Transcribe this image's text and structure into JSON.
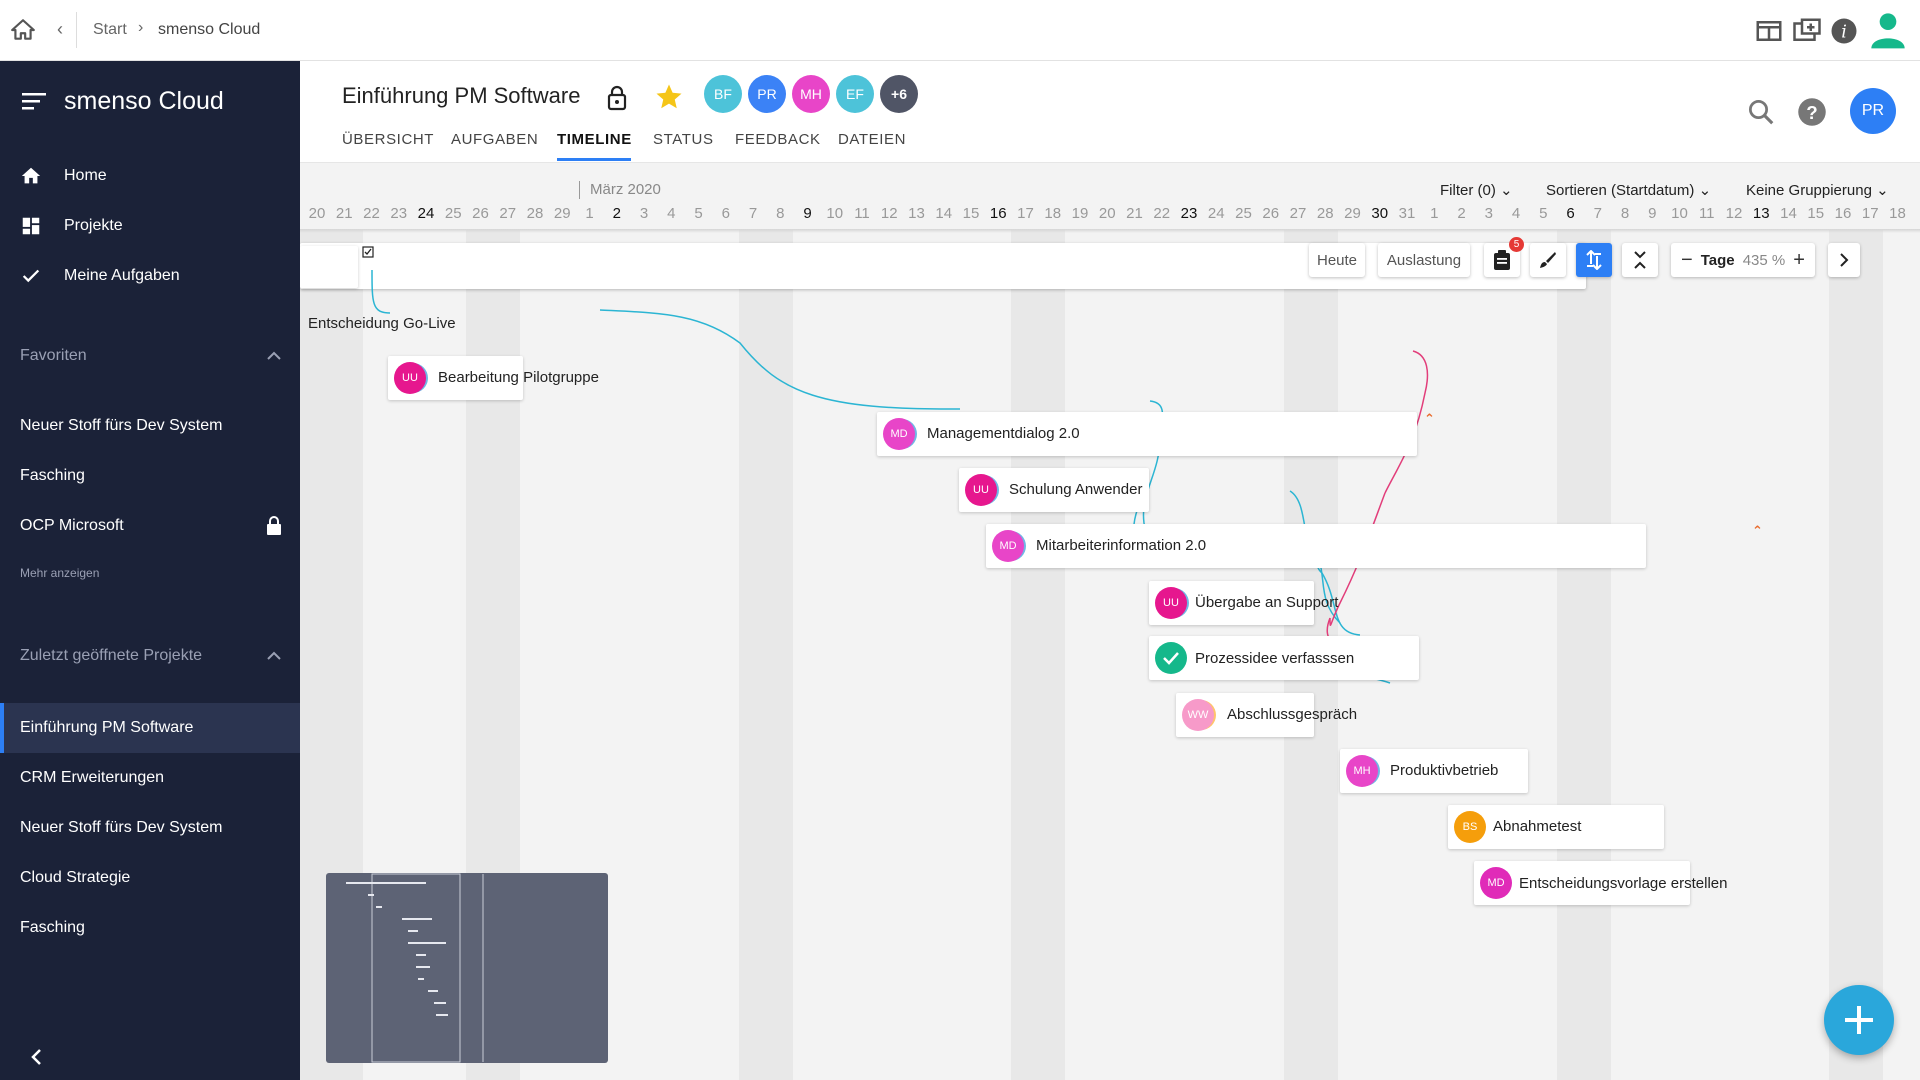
{
  "topbar": {
    "breadcrumbs": [
      "Start",
      "smenso Cloud"
    ],
    "icons": [
      "home-icon",
      "back-icon",
      "layout-icon",
      "add-window-icon",
      "info-icon",
      "user-icon"
    ]
  },
  "sidebar": {
    "title": "smenso Cloud",
    "nav": [
      {
        "label": "Home",
        "icon": "home-icon"
      },
      {
        "label": "Projekte",
        "icon": "dashboard-icon"
      },
      {
        "label": "Meine Aufgaben",
        "icon": "check-icon"
      }
    ],
    "favorites_title": "Favoriten",
    "favorites": [
      "Neuer Stoff fürs Dev System",
      "Fasching",
      "OCP Microsoft"
    ],
    "more_label": "Mehr anzeigen",
    "recent_title": "Zuletzt geöffnete Projekte",
    "recent": [
      "Einführung PM Software",
      "CRM Erweiterungen",
      "Neuer Stoff fürs Dev System",
      "Cloud Strategie",
      "Fasching"
    ]
  },
  "project": {
    "title": "Einführung PM Software",
    "members": [
      {
        "initials": "BF",
        "color": "#4dc3d9"
      },
      {
        "initials": "PR",
        "color": "#3b82f6"
      },
      {
        "initials": "MH",
        "color": "#e845c8"
      },
      {
        "initials": "EF",
        "color": "#4dc3d9"
      },
      {
        "initials": "+6",
        "color": "#505566"
      }
    ],
    "tabs": [
      "ÜBERSICHT",
      "AUFGABEN",
      "TIMELINE",
      "STATUS",
      "FEEDBACK",
      "DATEIEN"
    ],
    "active_tab": "TIMELINE",
    "user_initials": "PR"
  },
  "timeline": {
    "month": "März 2020",
    "filter": "Filter (0)",
    "sort": "Sortieren (Startdatum)",
    "group": "Keine Gruppierung",
    "days": [
      "20",
      "21",
      "22",
      "23",
      "24",
      "25",
      "26",
      "27",
      "28",
      "29",
      "1",
      "2",
      "3",
      "4",
      "5",
      "6",
      "7",
      "8",
      "9",
      "10",
      "11",
      "12",
      "13",
      "14",
      "15",
      "16",
      "17",
      "18",
      "19",
      "20",
      "21",
      "22",
      "23",
      "24",
      "25",
      "26",
      "27",
      "28",
      "29",
      "30",
      "31",
      "1",
      "2",
      "3",
      "4",
      "5",
      "6",
      "7",
      "8",
      "9",
      "10",
      "11",
      "12",
      "13",
      "14",
      "15",
      "16",
      "17",
      "18"
    ],
    "toolbar": {
      "today": "Heute",
      "utilization": "Auslastung",
      "badge_count": "5",
      "unit": "Tage",
      "zoom": "435 %"
    },
    "tasks": [
      {
        "name": "Entscheidung Go-Live",
        "initials": ""
      },
      {
        "name": "Bearbeitung Pilotgruppe",
        "initials": "UU"
      },
      {
        "name": "Managementdialog 2.0",
        "initials": "MD"
      },
      {
        "name": "Schulung Anwender",
        "initials": "UU"
      },
      {
        "name": "Mitarbeiterinformation 2.0",
        "initials": "MD"
      },
      {
        "name": "Übergabe an Support",
        "initials": "UU"
      },
      {
        "name": "Prozessidee verfasssen",
        "initials": ""
      },
      {
        "name": "Abschlussgespräch",
        "initials": "WW"
      },
      {
        "name": "Produktivbetrieb",
        "initials": "MH"
      },
      {
        "name": "Abnahmetest",
        "initials": "BS"
      },
      {
        "name": "Entscheidungsvorlage erstellen",
        "initials": "MD"
      }
    ]
  }
}
